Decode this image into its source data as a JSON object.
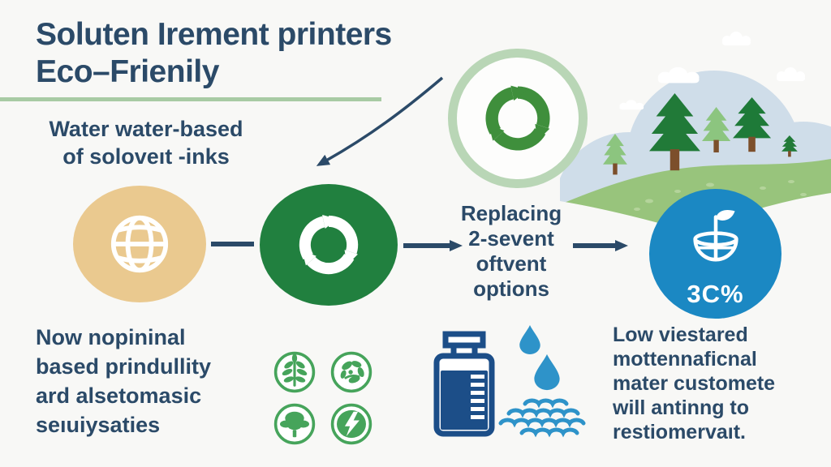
{
  "title": {
    "line1": "Soluten Irement printers",
    "line2": "Eco–Frienily"
  },
  "subtitle": {
    "line1": "Water water-based",
    "line2": "of soloveıt -inks"
  },
  "flow": {
    "replacing": {
      "line1": "Replacing",
      "line2": "2-sevent",
      "line3": "oftvent",
      "line4": "options"
    },
    "stat_value": "3C%"
  },
  "notes": {
    "left": {
      "line1": "Now nopininal",
      "line2": "based prindullity",
      "line3": "ard alsetomasic",
      "line4": "seıuiysaties"
    },
    "right": {
      "line1": "Low viestared",
      "line2": "mottennaficnal",
      "line3": "mater customete",
      "line4": "will antinng to",
      "line5": "restiomervaıt."
    }
  },
  "icons": {
    "recycle_emblem": "green cycle arrows in pale-green ring",
    "globe": "white wireframe globe on tan circle",
    "recycle_step": "white cycle arrows on green circle",
    "bowl_plant": "white bowl with sprouting leaf on blue circle",
    "ink_jar": "navy ink bottle with level ticks",
    "water_drops": "two blue droplets",
    "water_puddle": "blue wave scales",
    "eco_badges": "four green plant/energy badges",
    "landscape": "pine trees on green hill, pale blue sky and clouds"
  },
  "colors": {
    "navy_text": "#2b4a68",
    "underline_green": "#a8cba4",
    "tan_circle": "#eac98f",
    "green_circle": "#21803f",
    "emblem_green": "#3f8f3c",
    "emblem_ring": "#b9d6b6",
    "blue_circle": "#1b88c3",
    "ink_navy": "#1c4e88",
    "water_blue": "#2e93c9",
    "badge_green": "#46a45b",
    "sky": "#cfdde9",
    "hill": "#98c47c",
    "tree_dark": "#217a38",
    "tree_light": "#8cc57f"
  }
}
